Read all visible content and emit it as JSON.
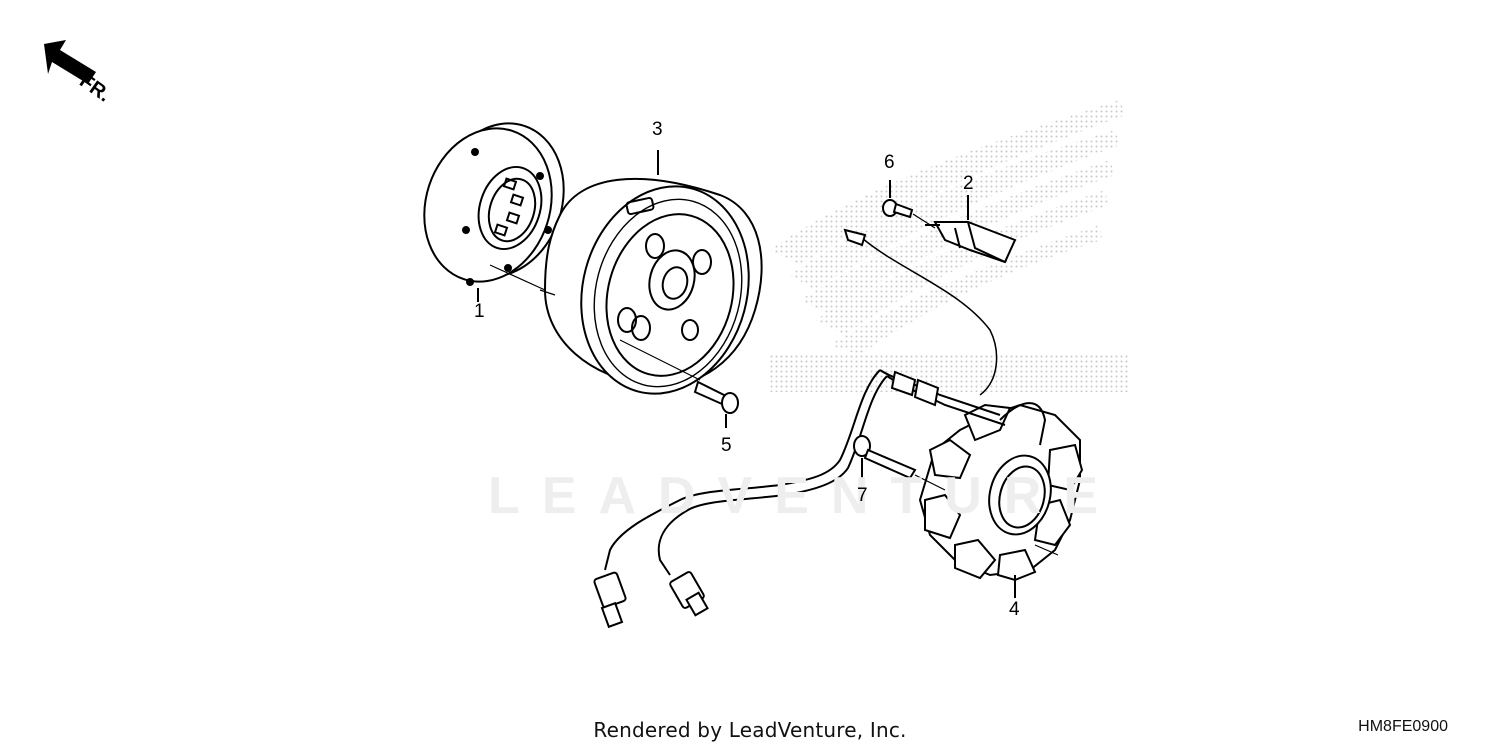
{
  "direction_label": "FR.",
  "watermark_text": "LEADVENTURE",
  "callouts": {
    "part1": "1",
    "part2": "2",
    "part3": "3",
    "part4": "4",
    "part5": "5",
    "part6": "6",
    "part7": "7"
  },
  "footer": {
    "credit": "Rendered by LeadVenture, Inc.",
    "diagram_code": "HM8FE0900"
  },
  "icons": {
    "direction": "front-arrow-icon",
    "brand_wing": "wing-logo-watermark-icon"
  },
  "colors": {
    "line": "#000000",
    "stipple": "#c8c8c8",
    "watermark": "#eeeeee"
  }
}
